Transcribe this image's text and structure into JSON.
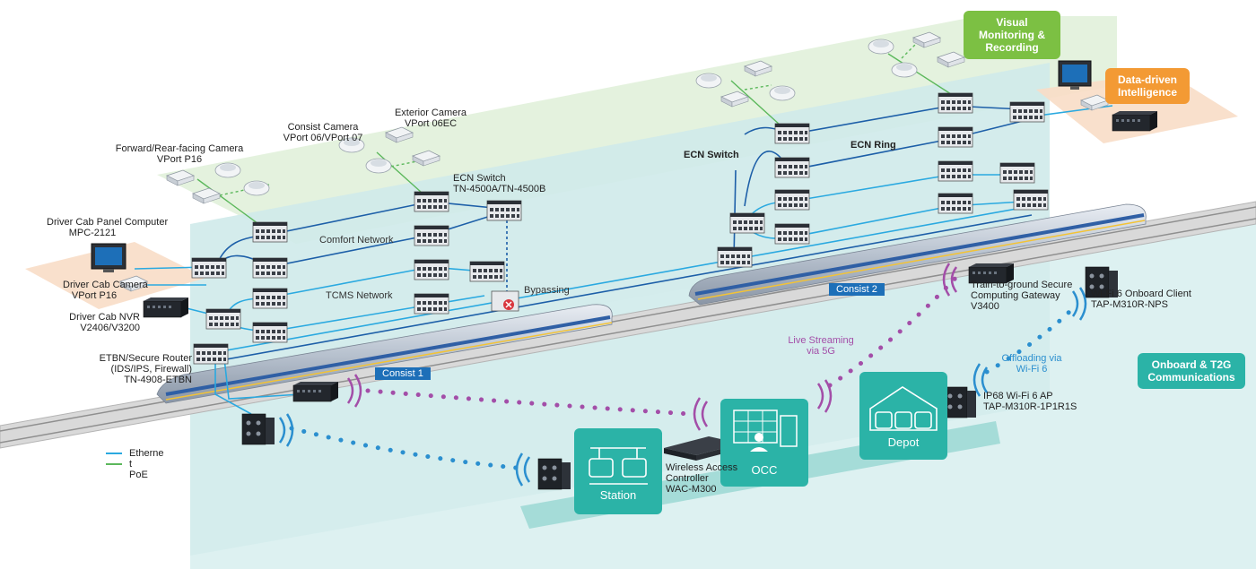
{
  "badges": {
    "visual_monitoring": "Visual Monitoring & Recording",
    "data_driven": "Data-driven Intelligence",
    "onboard_t2g": "Onboard & T2G Communications"
  },
  "devices": {
    "forward_rear_camera": {
      "name": "Forward/Rear-facing Camera",
      "model": "VPort P16"
    },
    "consist_camera": {
      "name": "Consist Camera",
      "model": "VPort 06/VPort 07"
    },
    "exterior_camera": {
      "name": "Exterior Camera",
      "model": "VPort 06EC"
    },
    "ecn_switch_left": {
      "name": "ECN Switch",
      "model": "TN-4500A/TN-4500B"
    },
    "ecn_switch_right": {
      "name": "ECN Switch"
    },
    "ecn_ring": {
      "name": "ECN Ring"
    },
    "driver_cab_panel": {
      "name": "Driver Cab Panel Computer",
      "model": "MPC-2121"
    },
    "driver_cab_camera": {
      "name": "Driver Cab Camera",
      "model": "VPort P16"
    },
    "driver_cab_nvr": {
      "name": "Driver Cab NVR",
      "model": "V2406/V3200"
    },
    "etbn_router": {
      "name": "ETBN/Secure Router (IDS/IPS, Firewall)",
      "model": "TN-4908-ETBN"
    },
    "t2g_gateway": {
      "name": "Train-to-ground Secure Computing Gateway",
      "model": "V3400"
    },
    "wifi6_client": {
      "name": "Wi-Fi 6 Onboard Client",
      "model": "TAP-M310R-NPS"
    },
    "ip68_ap": {
      "name": "IP68 Wi-Fi 6 AP",
      "model": "TAP-M310R-1P1R1S"
    },
    "wac": {
      "name": "Wireless Access Controller",
      "model": "WAC-M300"
    }
  },
  "networks": {
    "comfort": "Comfort Network",
    "tcms": "TCMS Network",
    "bypassing": "Bypassing"
  },
  "consists": {
    "c1": "Consist 1",
    "c2": "Consist 2"
  },
  "links": {
    "live_streaming": "Live Streaming via 5G",
    "offloading": "Offloading via Wi-Fi 6"
  },
  "zones": {
    "station": "Station",
    "occ": "OCC",
    "depot": "Depot"
  },
  "legend": {
    "ethernet": "Etherne",
    "ethernet_t": "t",
    "poe": "PoE"
  },
  "colors": {
    "green_badge": "#7cc043",
    "orange_badge": "#f39a34",
    "teal": "#2bb3a7",
    "ethernet_line": "#2aa9e0",
    "poe_line": "#5cb85c",
    "ring_line": "#1d5fa8",
    "wireless_purple": "#a34ea8",
    "wireless_blue": "#2b8fcf"
  }
}
